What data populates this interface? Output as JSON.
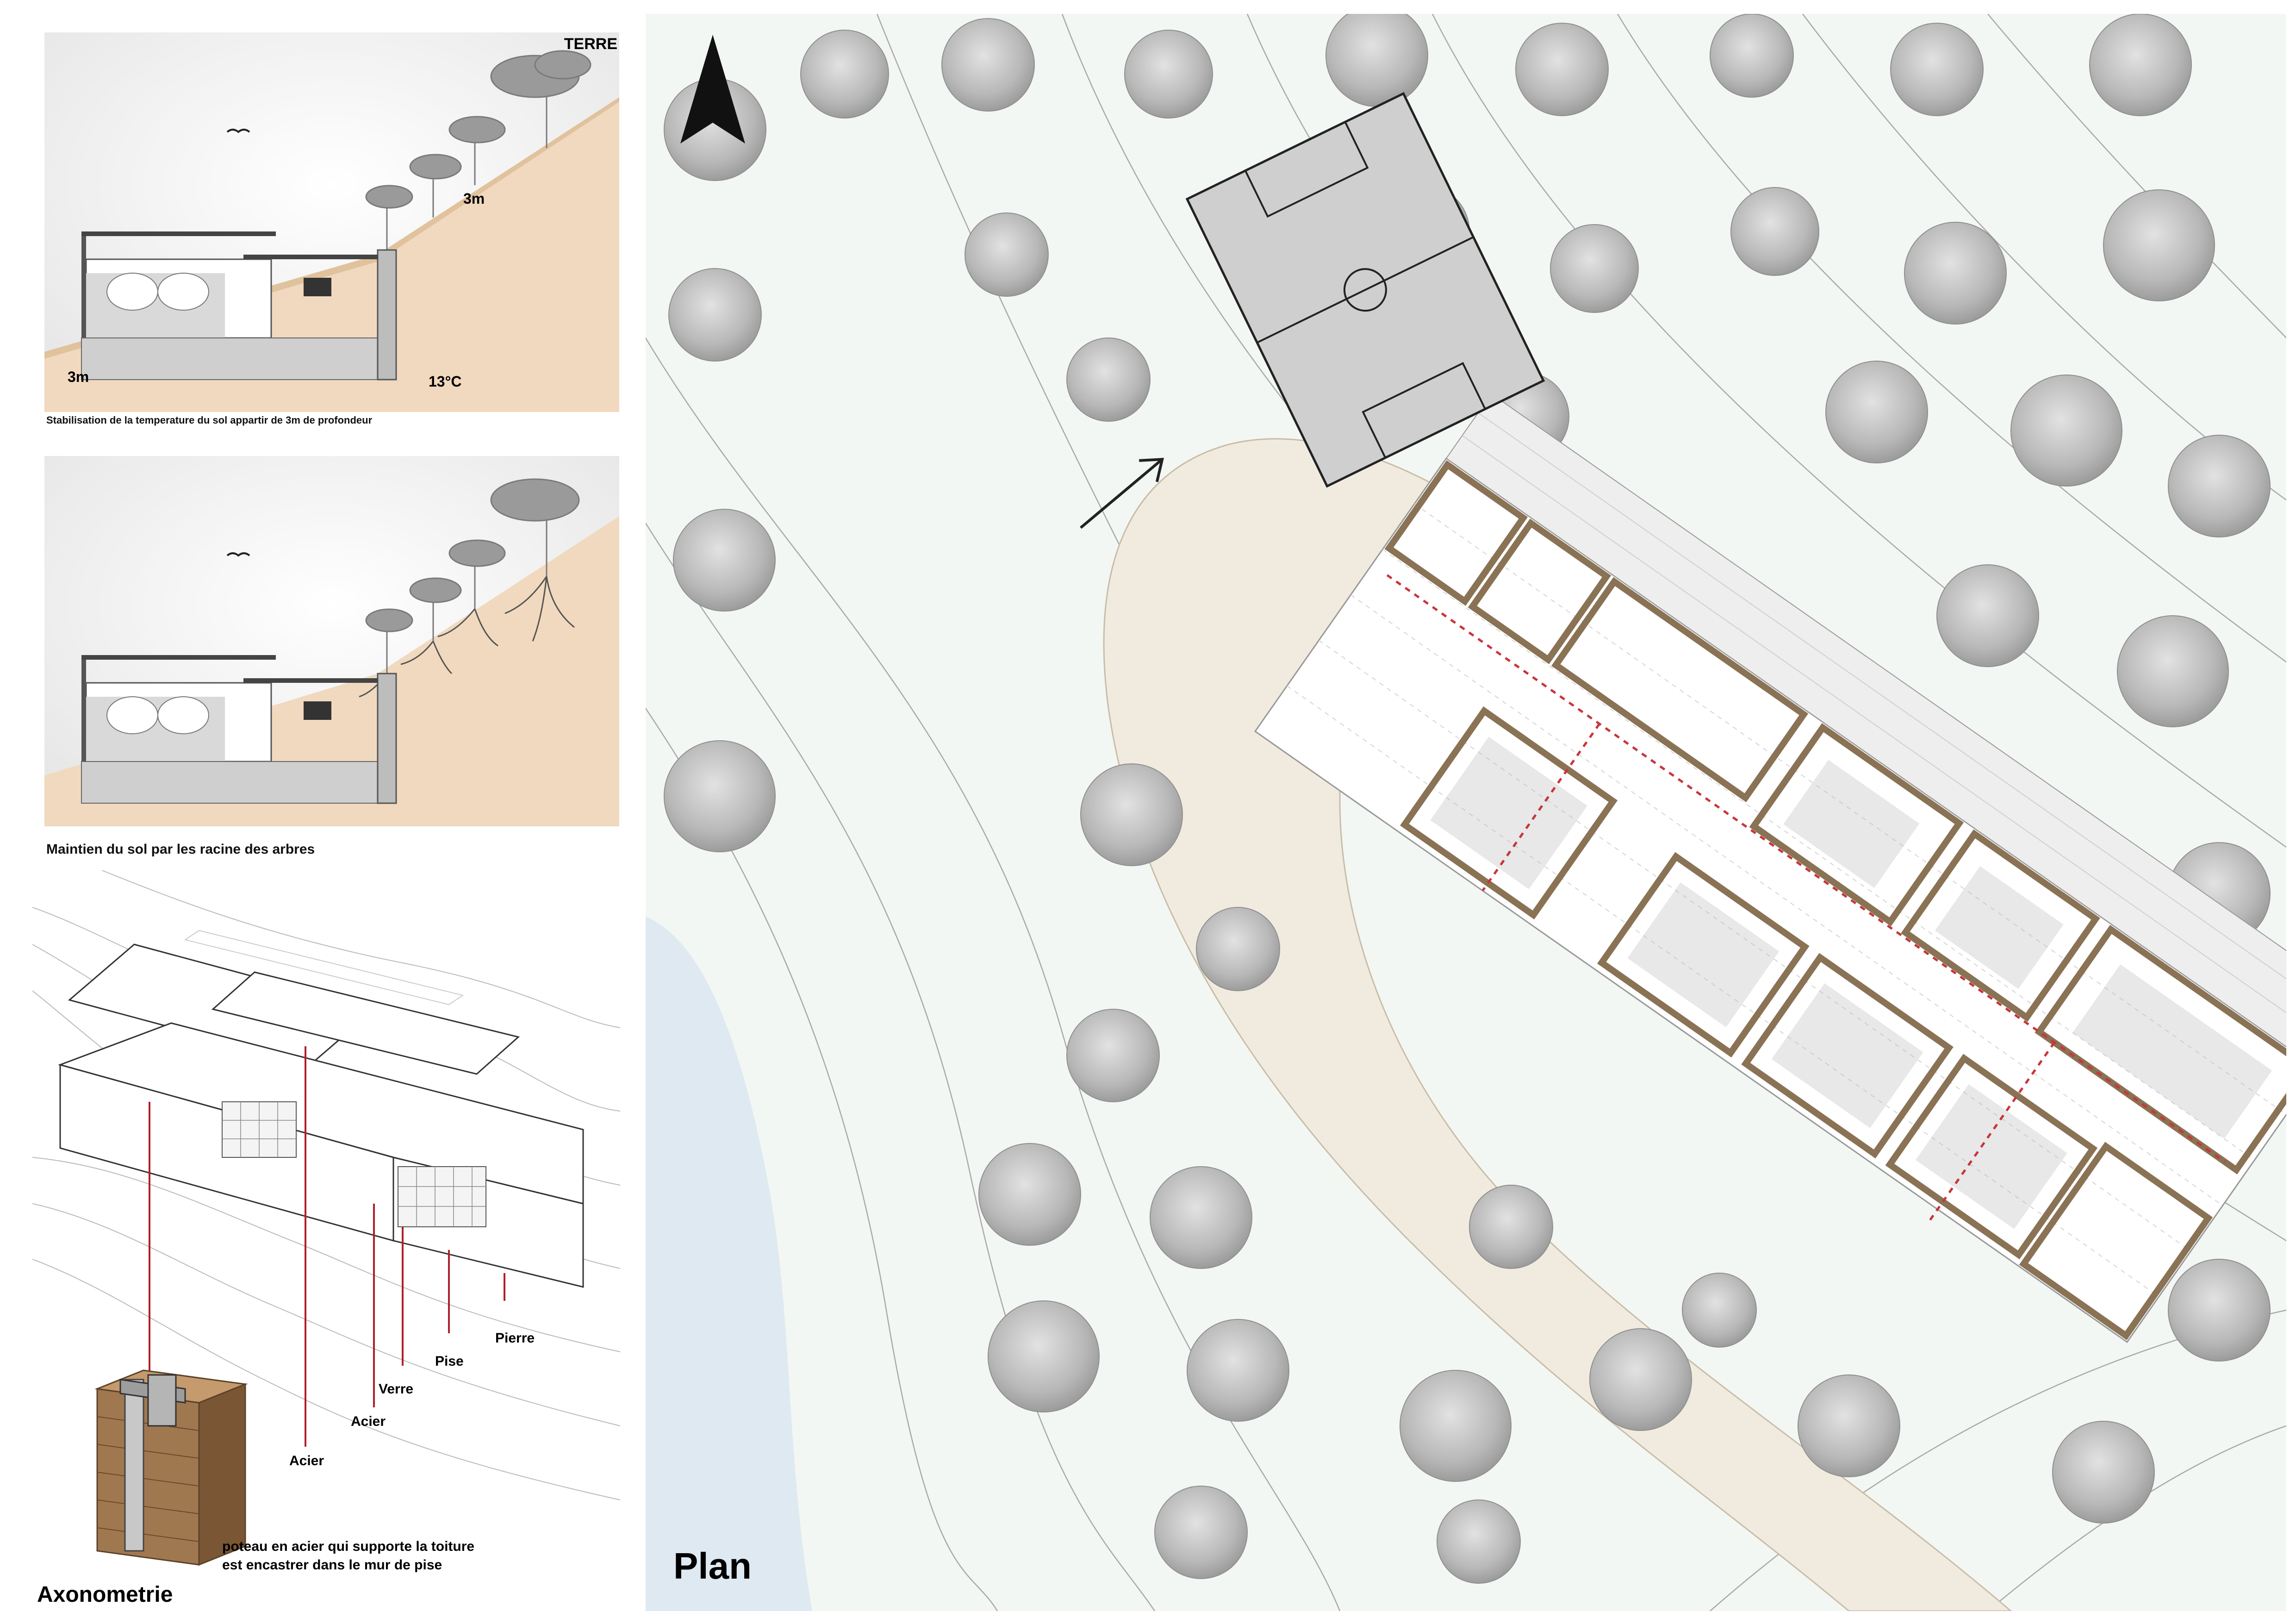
{
  "section_top": {
    "label_earth": "TERRE",
    "depth_label_upper": "3m",
    "depth_label_lower": "3m",
    "temperature": "13°C",
    "caption": "Stabilisation de la temperature du sol appartir de 3m de profondeur"
  },
  "section_middle": {
    "caption": "Maintien du sol par les racine des arbres"
  },
  "axonometry": {
    "title": "Axonometrie",
    "materials": {
      "pierre": "Pierre",
      "pise": "Pise",
      "verre": "Verre",
      "acier_1": "Acier",
      "acier_2": "Acier"
    },
    "detail_caption_line1": "poteau en acier qui supporte la toiture",
    "detail_caption_line2": "est encastrer dans le mur de pise"
  },
  "plan": {
    "title": "Plan",
    "north_arrow": "north-arrow-icon"
  },
  "colors": {
    "earth": "#f1d9bf",
    "pise_wall": "#8a7255",
    "steel_red": "#b0202a",
    "path_beige": "#f1ebdf",
    "water_blue": "#dfe9f2",
    "vegetation": "#e3ebe3"
  }
}
